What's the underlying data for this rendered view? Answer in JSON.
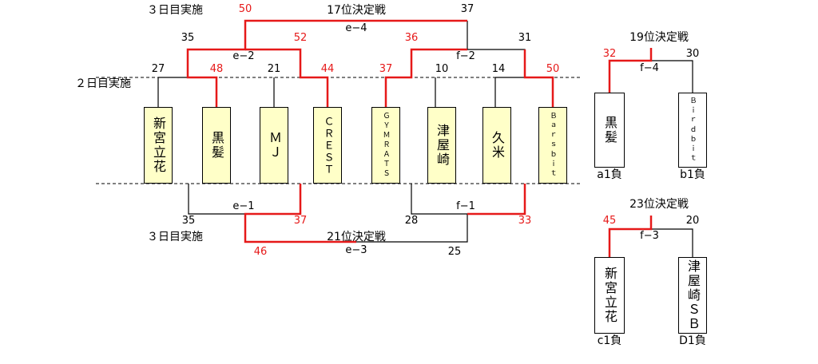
{
  "day_labels": {
    "day3_top": "３日目実施",
    "day2": "２日目実施",
    "day3_bottom": "３日目実施"
  },
  "finals": {
    "p17": {
      "title": "17位決定戦",
      "code": "e−4",
      "left_score": "50",
      "right_score": "37"
    },
    "p21": {
      "title": "21位決定戦",
      "code": "e−3",
      "left_score": "46",
      "right_score": "25"
    },
    "p19": {
      "title": "19位決定戦",
      "code": "f−4",
      "left_score": "32",
      "right_score": "30"
    },
    "p23": {
      "title": "23位決定戦",
      "code": "f−3",
      "left_score": "45",
      "right_score": "20"
    }
  },
  "day3_top_matches": {
    "e2": {
      "code": "e−2",
      "left_score": "35",
      "right_score": "52"
    },
    "f2": {
      "code": "f−2",
      "left_score": "36",
      "right_score": "31"
    }
  },
  "day2_scores": {
    "s1": "27",
    "s2": "48",
    "s3": "21",
    "s4": "44",
    "s5": "37",
    "s6": "10",
    "s7": "14",
    "s8": "50"
  },
  "teams": {
    "t1": "新宮立花",
    "t2": "黒髪",
    "t3": "ＭＪ",
    "t4": "ＣＲＥＳＴ",
    "t5": "ＧＹＭＲＡＴＳ",
    "t6": "津屋崎",
    "t7": "久米",
    "t8": "Ｂａｒｓｂｉｔ"
  },
  "day2_bottom_matches": {
    "e1": {
      "code": "e−1",
      "left_score": "35",
      "right_score": "37"
    },
    "f1": {
      "code": "f−1",
      "left_score": "28",
      "right_score": "33"
    }
  },
  "side_teams": {
    "a": {
      "name": "黒髪",
      "note": "a1負"
    },
    "b": {
      "name": "Ｂｉｒｄｂｉｔ",
      "note": "b1負"
    },
    "c": {
      "name": "新宮立花",
      "note": "c1負"
    },
    "d": {
      "name": "津屋崎ＳＢ",
      "note": "D1負"
    }
  },
  "colors": {
    "winner_line": "#e61919",
    "line": "#000000",
    "team_box_fill": "#ffffc8"
  }
}
